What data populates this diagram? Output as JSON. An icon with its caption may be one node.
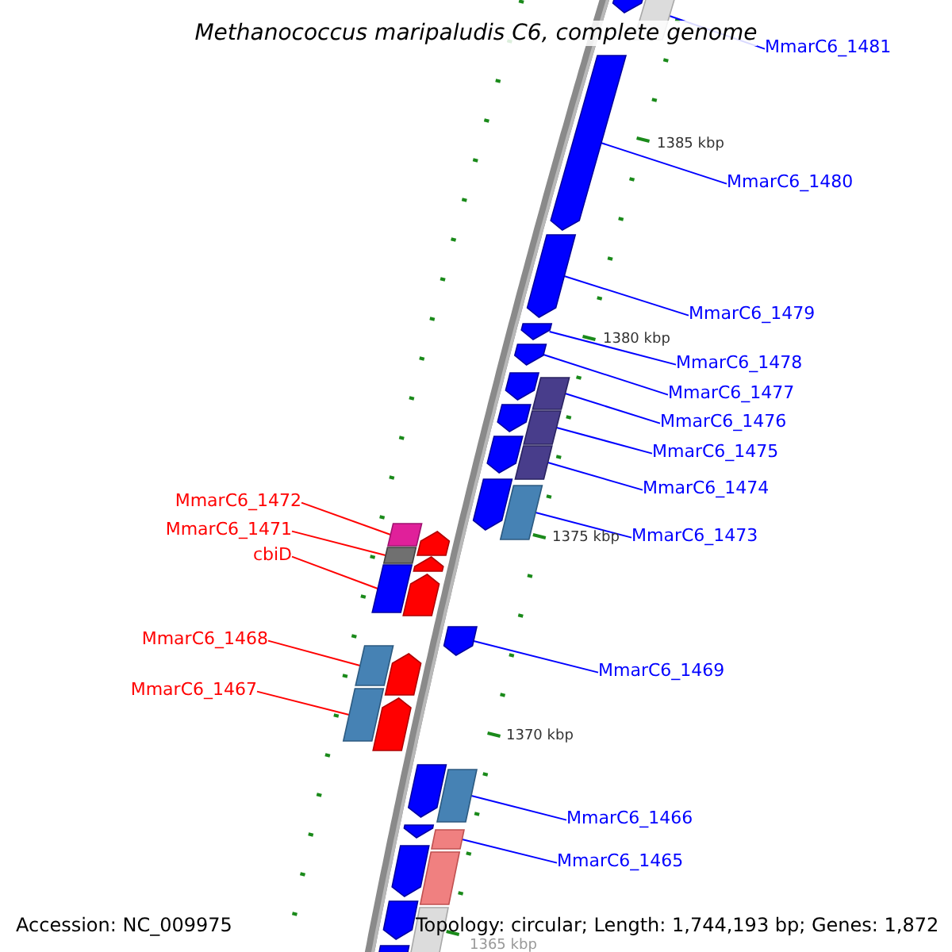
{
  "diagram": {
    "title": "Methanococcus maripaludis C6, complete genome",
    "nodes": [
      {
        "text": [
          "MmarC6_1481"
        ]
      },
      {
        "text": [
          "MmarC6_1480"
        ]
      },
      {
        "text": [
          "MmarC6_1479"
        ]
      },
      {
        "text": [
          "MmarC6_1478"
        ]
      },
      {
        "text": [
          "MmarC6_1477"
        ]
      },
      {
        "text": [
          "MmarC6_1476"
        ]
      },
      {
        "text": [
          "MmarC6_1475"
        ]
      },
      {
        "text": [
          "MmarC6_1474"
        ]
      },
      {
        "text": [
          "MmarC6_1472"
        ]
      },
      {
        "text": [
          "MmarC6_1471"
        ]
      },
      {
        "text": [
          "MmarC6_1473"
        ]
      },
      {
        "text": [
          "cbiD"
        ]
      },
      {
        "text": [
          "MmarC6_1468"
        ]
      },
      {
        "text": [
          "MmarC6_1469"
        ]
      },
      {
        "text": [
          "MmarC6_1467"
        ]
      },
      {
        "text": [
          "MmarC6_1466"
        ]
      },
      {
        "text": [
          "MmarC6_1465"
        ]
      },
      {
        "text": [],
        "shape": "bar"
      },
      {
        "text": [],
        "shape": "arrow"
      },
      {
        "text": [],
        "shape": "arrow"
      },
      {
        "text": [],
        "shape": "arrow"
      },
      {
        "text": [],
        "shape": "arrow"
      },
      {
        "text": [],
        "shape": "bar"
      },
      {
        "text": [],
        "shape": "bar"
      },
      {
        "text": [],
        "shape": "bar"
      },
      {
        "text": [],
        "shape": "bar"
      },
      {
        "text": [],
        "shape": "bar"
      },
      {
        "text": [],
        "shape": "bar"
      },
      {
        "text": [],
        "shape": "bar"
      },
      {
        "text": [],
        "shape": "bar"
      },
      {
        "text": [],
        "shape": "arrow"
      },
      {
        "text": [],
        "shape": "bar"
      },
      {
        "text": [],
        "shape": "bar"
      },
      {
        "text": [],
        "shape": "bar"
      },
      {
        "text": [],
        "shape": "arrow"
      },
      {
        "text": [],
        "shape": "arrow"
      },
      {
        "text": [],
        "shape": "arrow"
      },
      {
        "text": [],
        "shape": "arrow"
      },
      {
        "text": [],
        "shape": "arrow"
      },
      {
        "text": [],
        "shape": "arrow"
      },
      {
        "text": [],
        "shape": "arrow"
      },
      {
        "text": [],
        "shape": "arrow"
      },
      {
        "text": [],
        "shape": "arrow"
      },
      {
        "text": [],
        "shape": "arrow"
      },
      {
        "text": [],
        "shape": "arrow"
      },
      {
        "text": [],
        "shape": "arrow"
      },
      {
        "text": [],
        "shape": "arrow"
      },
      {
        "text": [],
        "shape": "bar"
      },
      {
        "text": [],
        "shape": "arrow"
      },
      {
        "text": [],
        "shape": "bar"
      },
      {
        "text": [],
        "shape": "arrow"
      }
    ],
    "edges": [
      {
        "from": 0,
        "to": 17,
        "arrow": "none"
      },
      {
        "from": 1,
        "to": 18,
        "arrow": "none"
      },
      {
        "from": 2,
        "to": 19,
        "arrow": "none"
      },
      {
        "from": 3,
        "to": 20,
        "arrow": "none"
      },
      {
        "from": 4,
        "to": 21,
        "arrow": "none"
      },
      {
        "from": 5,
        "to": 22,
        "arrow": "none"
      },
      {
        "from": 6,
        "to": 23,
        "arrow": "none"
      },
      {
        "from": 7,
        "to": 24,
        "arrow": "none"
      },
      {
        "from": 8,
        "to": 25,
        "arrow": "none",
        "color": "#ff0000"
      },
      {
        "from": 9,
        "to": 26,
        "arrow": "none",
        "color": "#ff0000"
      },
      {
        "from": 10,
        "to": 27,
        "arrow": "none"
      },
      {
        "from": 11,
        "to": 28,
        "arrow": "none",
        "color": "#ff0000"
      },
      {
        "from": 12,
        "to": 29,
        "arrow": "none",
        "color": "#ff0000"
      },
      {
        "from": 13,
        "to": 30,
        "arrow": "none"
      },
      {
        "from": 14,
        "to": 31,
        "arrow": "none",
        "color": "#ff0000"
      },
      {
        "from": 15,
        "to": 32,
        "arrow": "none"
      },
      {
        "from": 16,
        "to": 33,
        "arrow": "none"
      }
    ],
    "labels": [
      "1385 kbp",
      "1380 kbp",
      "1375 kbp",
      "1370 kbp",
      "1365 kbp",
      "Accession: NC_009975",
      "Topology: circular; Length: 1,744,193 bp; Genes: 1,872"
    ]
  }
}
